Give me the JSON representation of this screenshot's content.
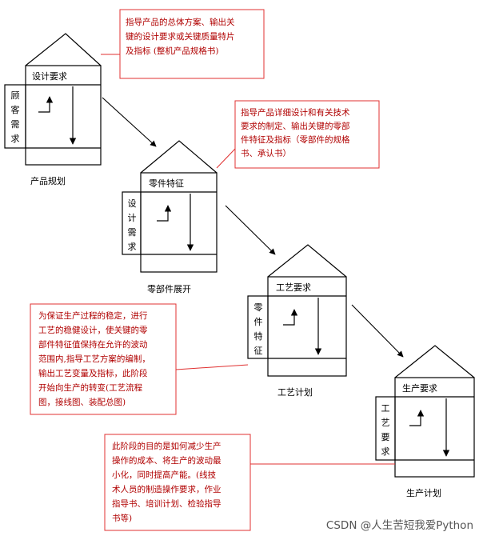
{
  "colors": {
    "note_border": "#e03030",
    "note_text": "#b00000",
    "lines": "#000000"
  },
  "stages": [
    {
      "header": "设计要求",
      "side": [
        "顾",
        "客",
        "需",
        "求"
      ],
      "caption": "产品规划"
    },
    {
      "header": "零件特征",
      "side": [
        "设",
        "计",
        "需",
        "求"
      ],
      "caption": "零部件展开"
    },
    {
      "header": "工艺要求",
      "side": [
        "零",
        "件",
        "特",
        "征"
      ],
      "caption": "工艺计划"
    },
    {
      "header": "生产要求",
      "side": [
        "工",
        "艺",
        "要",
        "求"
      ],
      "caption": "生产计划"
    }
  ],
  "notes": [
    {
      "lines": [
        "指导产品的总体方案、输出关",
        "键的设计要求或关键质量特片",
        "及指标 (整机产品规格书)"
      ]
    },
    {
      "lines": [
        "指导产品详细设计和有关技术",
        "要求的制定、输出关键的零部",
        "件特征及指标（零部件的规格",
        "书、承认书）"
      ]
    },
    {
      "lines": [
        "为保证生产过程的稳定，进行",
        "工艺的稳健设计，使关键的零",
        "部件特征值保持在允许的波动",
        "范围内,指导工艺方案的编制，",
        "输出工艺变量及指标，此阶段",
        "开始向生产的转变(工艺流程",
        "图，接线图、装配总图)"
      ]
    },
    {
      "lines": [
        "此阶段的目的是如何减少生产",
        "操作的成本、将生产的波动最",
        "小化，同时提高产能。(线技",
        "术人员的制造操作要求，作业",
        "指导书、培训计划、检验指导",
        "书等)"
      ]
    }
  ],
  "watermark": "CSDN @人生苦短我爱Python"
}
